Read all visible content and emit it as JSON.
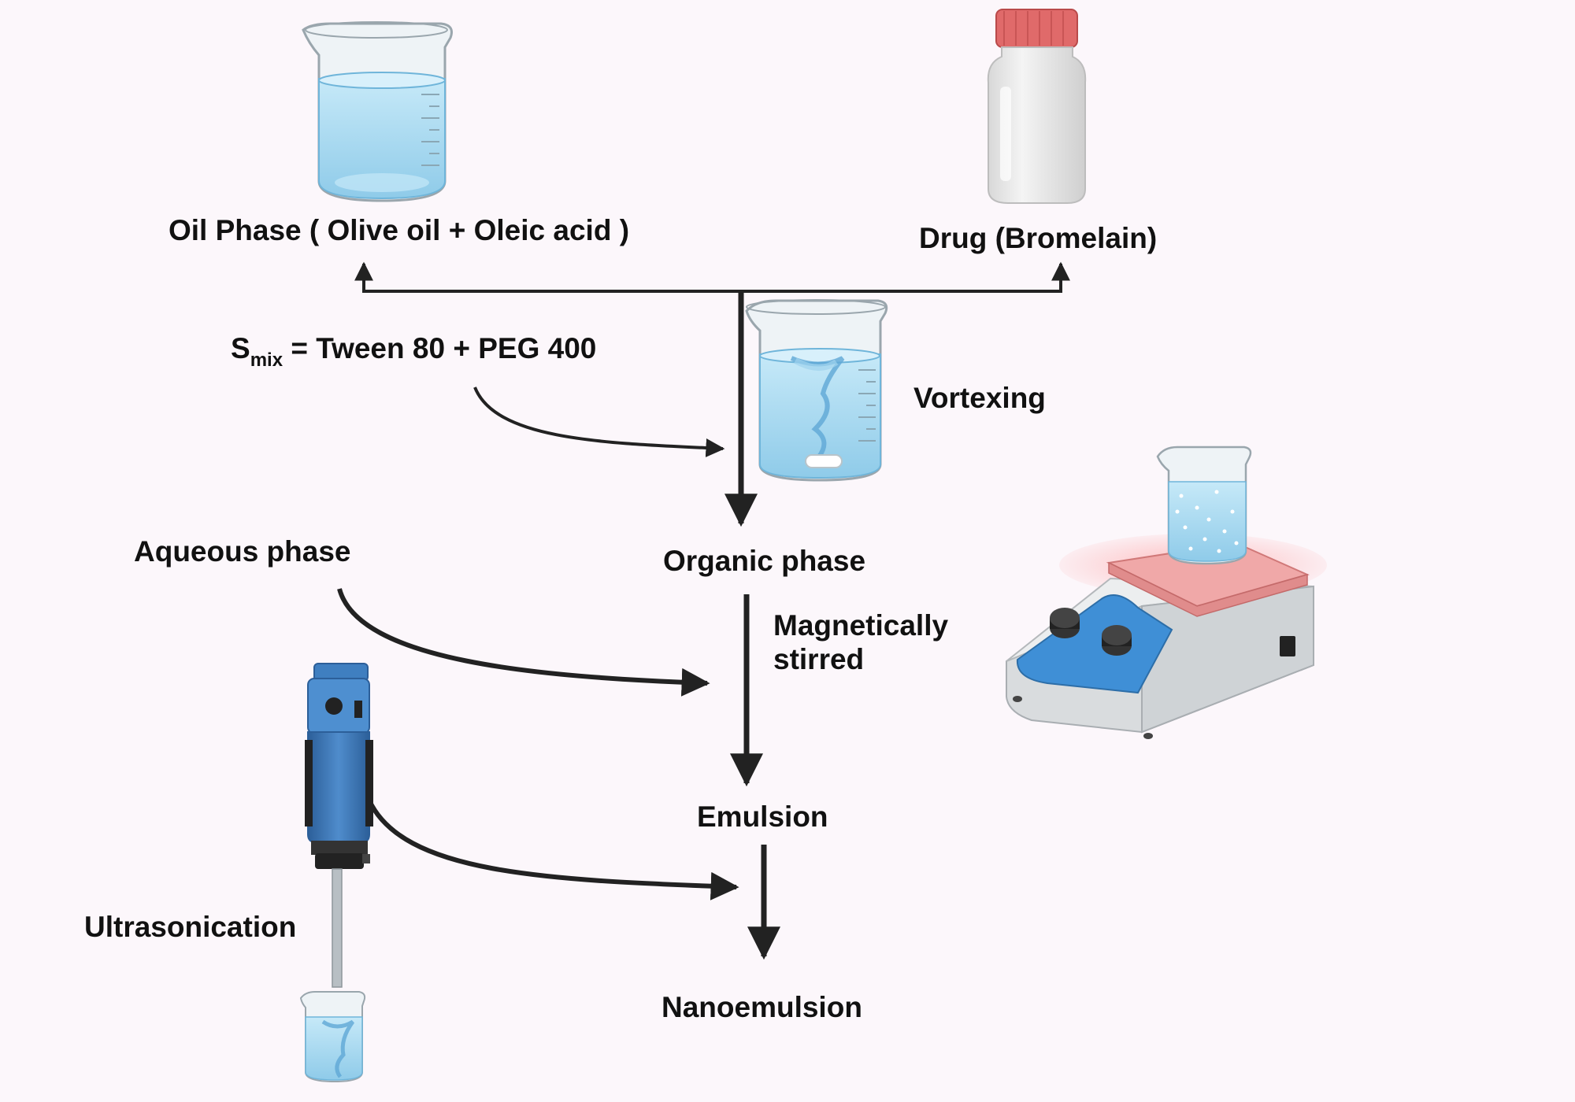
{
  "labels": {
    "oil_phase": "Oil Phase ( Olive oil + Oleic acid )",
    "drug": "Drug (Bromelain)",
    "smix_s": "S",
    "smix_sub": "mix",
    "smix_rest": " = Tween 80 + PEG 400",
    "vortexing": "Vortexing",
    "aqueous_phase": "Aqueous phase",
    "organic_phase": "Organic phase",
    "magnetically": "Magnetically",
    "stirred": "stirred",
    "emulsion": "Emulsion",
    "ultrasonication": "Ultrasonication",
    "nanoemulsion": "Nanoemulsion"
  },
  "colors": {
    "background": "#fcf7fb",
    "arrow": "#222222",
    "water": "#a9daf0",
    "water_dark": "#7fc4e6",
    "glass": "#e8eef2",
    "bottle_cap": "#e06a6a",
    "stirrer_panel": "#3f8fd6",
    "hotplate": "#f0a8a8",
    "homogenizer": "#3c77b8"
  },
  "icons": {
    "oil_beaker": "beaker-icon",
    "drug_bottle": "bottle-icon",
    "vortex_beaker": "vortex-beaker-icon",
    "magnetic_stirrer": "magnetic-stirrer-icon",
    "homogenizer": "ultrasonic-homogenizer-icon"
  }
}
